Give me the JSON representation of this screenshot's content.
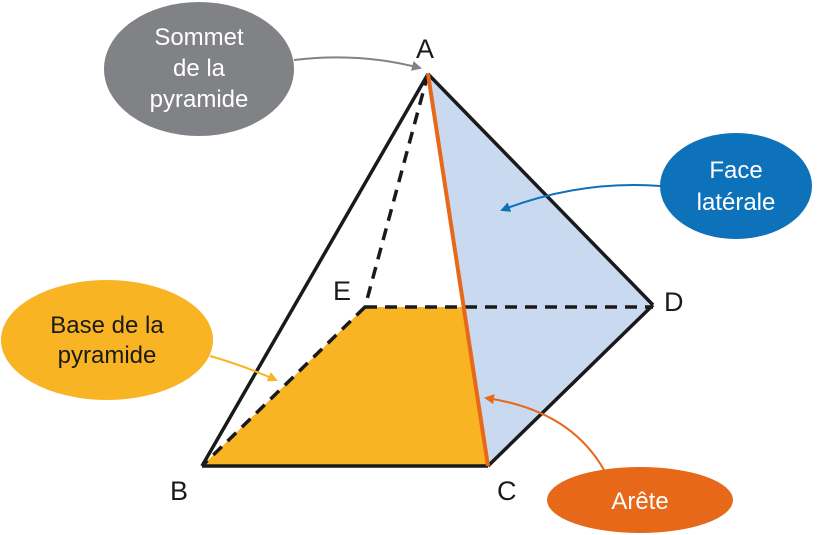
{
  "vertices": {
    "a": "A",
    "b": "B",
    "c": "C",
    "d": "D",
    "e": "E"
  },
  "callouts": {
    "apex": {
      "lines": [
        "Sommet",
        "de la",
        "pyramide"
      ],
      "color": "#808285"
    },
    "lateral_face": {
      "lines": [
        "Face",
        "latérale"
      ],
      "color": "#0d72b9"
    },
    "base": {
      "lines": [
        "Base de la",
        "pyramide"
      ],
      "color": "#f9b423"
    },
    "edge": {
      "lines": [
        "Arête"
      ],
      "color": "#e8681a"
    }
  },
  "colors": {
    "base_fill": "#f9b423",
    "lateral_face_fill": "#c9d9f0",
    "edge_highlight": "#e8681a",
    "outline": "#1a1a1a"
  }
}
